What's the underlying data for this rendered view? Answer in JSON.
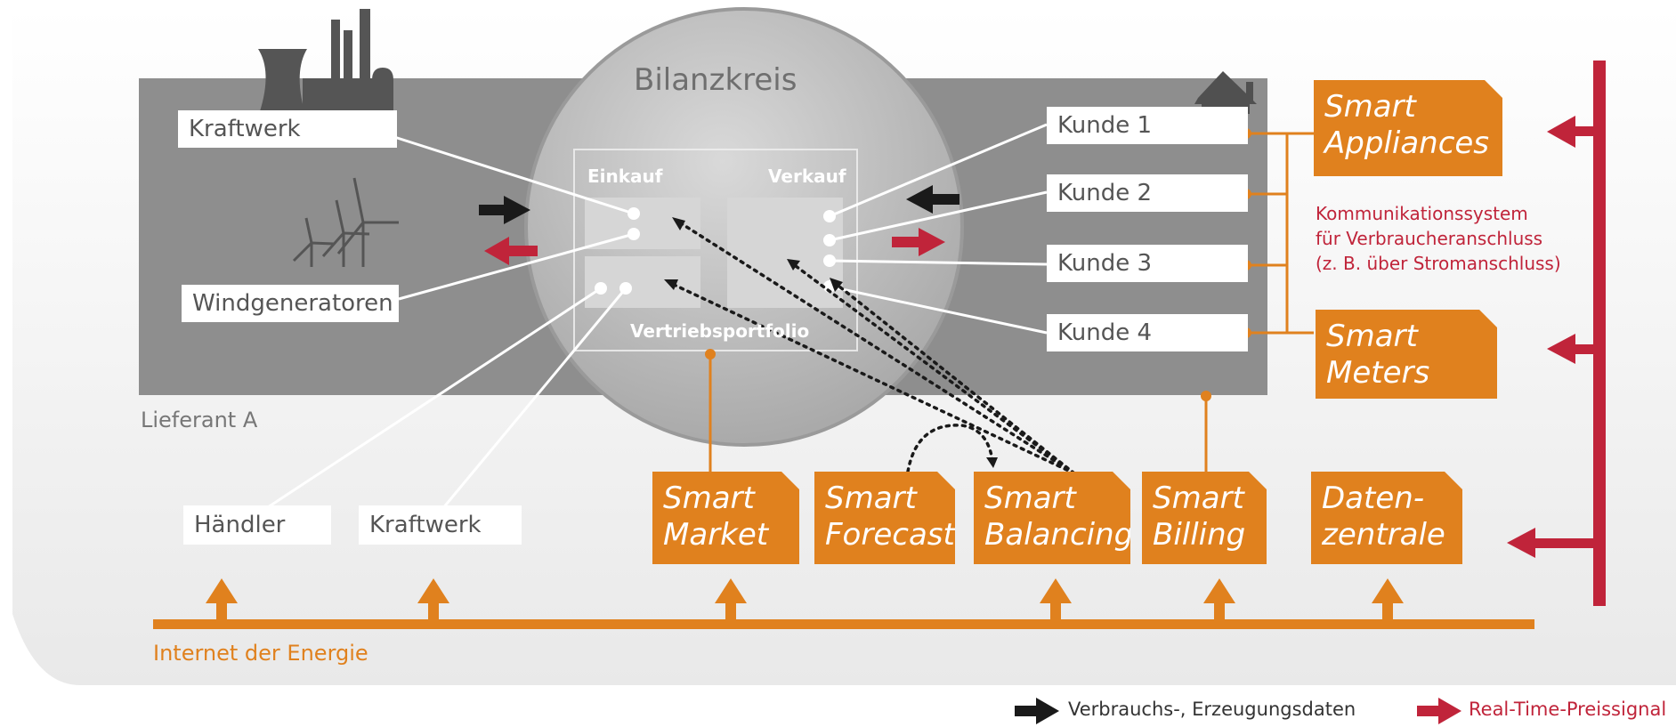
{
  "bilanzkreis": {
    "title": "Bilanzkreis",
    "einkauf": "Einkauf",
    "verkauf": "Verkauf",
    "vertriebsportfolio": "Vertriebsportfolio"
  },
  "supplier_label": "Lieferant A",
  "producers": {
    "kraftwerk_top": "Kraftwerk",
    "windgeneratoren": "Windgeneratoren",
    "haendler": "Händler",
    "kraftwerk_bottom": "Kraftwerk"
  },
  "customers": [
    "Kunde 1",
    "Kunde 2",
    "Kunde 3",
    "Kunde 4"
  ],
  "smart_appliances": [
    "Smart",
    "Appliances"
  ],
  "smart_meters": [
    "Smart",
    "Meters"
  ],
  "kommunikation": [
    "Kommunikationssystem",
    "für Verbraucheranschluss",
    "(z. B. über Stromanschluss)"
  ],
  "modules": {
    "market": [
      "Smart",
      "Market"
    ],
    "forecast": [
      "Smart",
      "Forecast"
    ],
    "balancing": [
      "Smart",
      "Balancing"
    ],
    "billing": [
      "Smart",
      "Billing"
    ],
    "datenzentrale": [
      "Daten-",
      "zentrale"
    ]
  },
  "internet_label": "Internet der Energie",
  "legend": {
    "consumption": "Verbrauchs-, Erzeugungsdaten",
    "price": "Real-Time-Preissignal"
  },
  "colors": {
    "orange": "#e0811e",
    "red": "#c0243a",
    "gray_panel": "#8e8e8e",
    "black_arrow": "#1a1a1a"
  },
  "icons": [
    "power-plant-icon",
    "wind-turbines-icon",
    "house-icon"
  ]
}
